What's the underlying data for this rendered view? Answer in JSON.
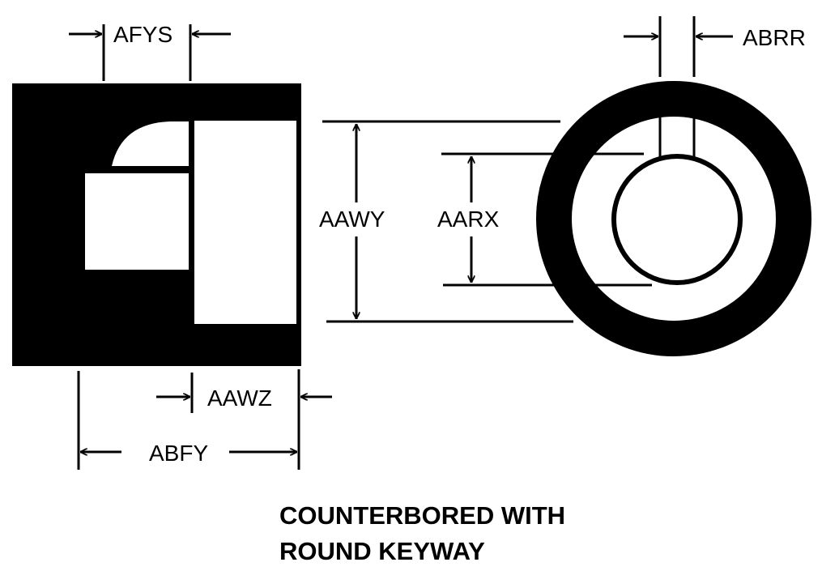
{
  "diagram": {
    "caption_line1": "COUNTERBORED WITH",
    "caption_line2": "ROUND KEYWAY",
    "labels": {
      "afys": "AFYS",
      "abrr": "ABRR",
      "aawy": "AAWY",
      "aarx": "AARX",
      "aawz": "AAWZ",
      "abfy": "ABFY"
    },
    "colors": {
      "ink": "#000000",
      "paper": "#ffffff"
    }
  }
}
